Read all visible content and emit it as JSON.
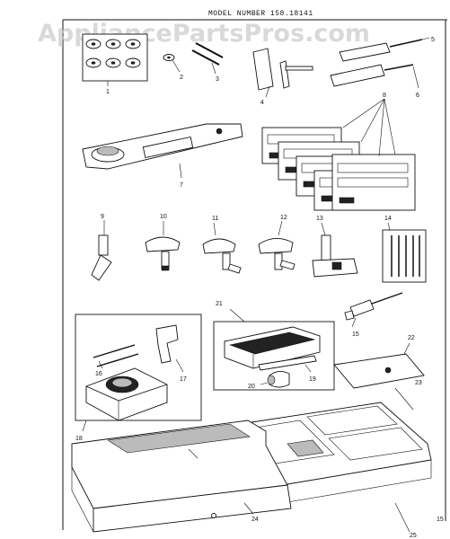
{
  "header": {
    "model_title": "MODEL NUMBER 158.18141"
  },
  "watermark": {
    "text": "AppliancePartsPros.com"
  },
  "callouts": {
    "c1": "1",
    "c2": "2",
    "c3": "3",
    "c4": "4",
    "c5": "5",
    "c6": "6",
    "c7": "7",
    "c8": "8",
    "c9": "9",
    "c10": "10",
    "c11": "11",
    "c12": "12",
    "c13": "13",
    "c14": "14",
    "c15": "15",
    "c16": "16",
    "c17": "17",
    "c18": "18",
    "c19": "19",
    "c20": "20",
    "c21": "21",
    "c22": "22",
    "c23": "23",
    "c24": "24",
    "c25": "25",
    "c15b": "15"
  }
}
